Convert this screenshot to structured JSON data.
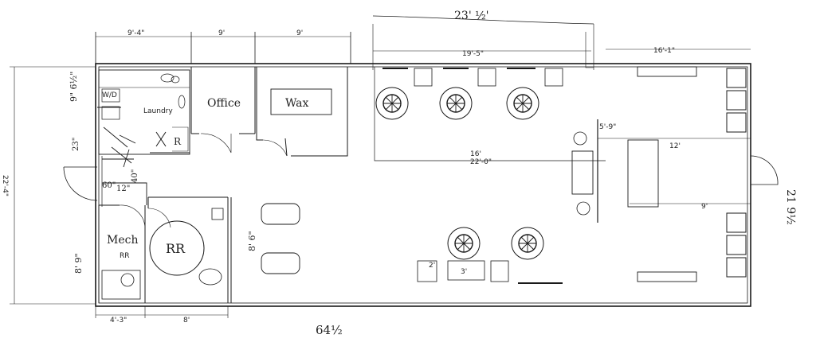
{
  "drawing": {
    "overall_length": "64½",
    "overall_width": "21 9½",
    "top_span": "23' ½'",
    "left_depth": "22'-4\"",
    "rooms": {
      "office": "Office",
      "wax": "Wax",
      "laundry": "Laundry",
      "wd": "W/D",
      "mech": "Mech",
      "rr": "RR",
      "r_small": "R"
    },
    "dims": {
      "top_1": "9'-4\"",
      "top_2": "9'",
      "top_3": "9'",
      "top_4": "19'-5\"",
      "top_5": "16'-1\"",
      "mid_1": "22'-0\"",
      "mid_2": "16'",
      "mid_3": "5'-9\"",
      "mid_4": "12'",
      "mid_5": "9'",
      "bot_1": "4'-3\"",
      "bot_2": "8'",
      "bot_3": "3'",
      "bot_4": "2'",
      "hw_1": "9\" 6½\"",
      "hw_2": "23\"",
      "hw_3": "60\"",
      "hw_4": "12\"",
      "hw_5": "40\"",
      "mech_dim": "8' 9\"",
      "pedi_dim": "8' 6\"",
      "mech_code": "RR"
    }
  }
}
